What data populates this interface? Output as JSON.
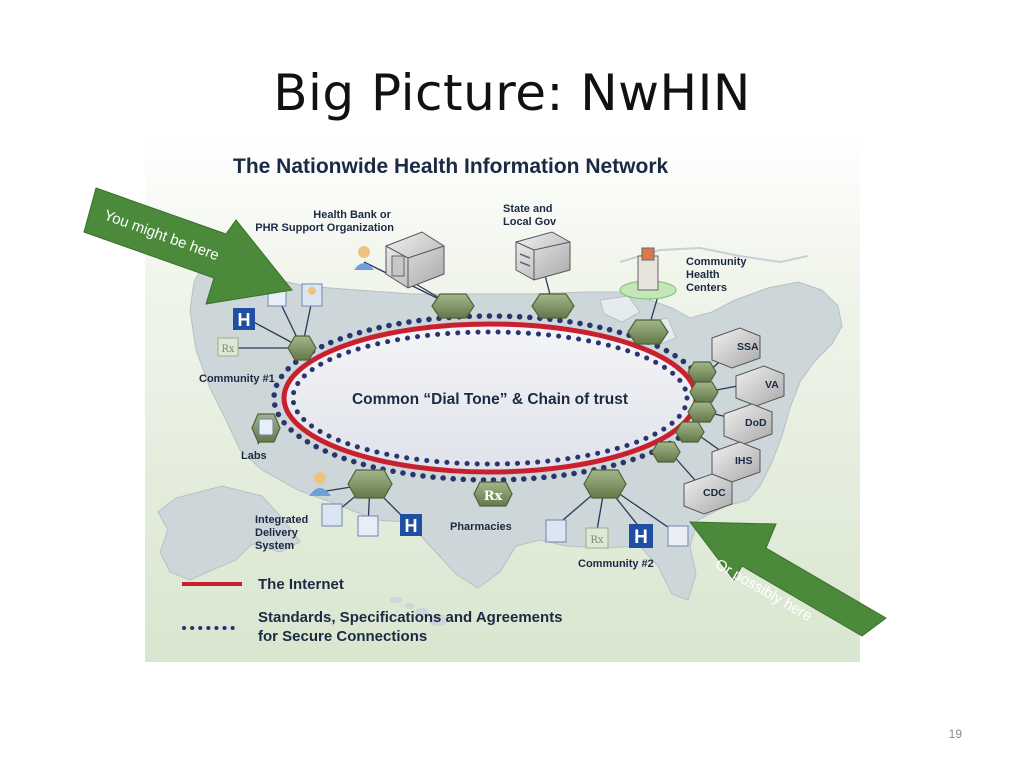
{
  "slide": {
    "title": "Big Picture: NwHIN",
    "page_number": "19"
  },
  "diagram": {
    "title": "The Nationwide Health Information Network",
    "center_label": "Common “Dial Tone” & Chain of trust",
    "arrows": {
      "top_left": "You might be here",
      "bottom_right": "Or possibly here"
    },
    "nodes": {
      "health_bank": [
        "Health Bank or",
        "PHR Support Organization"
      ],
      "state_gov": [
        "State and",
        "Local Gov"
      ],
      "community_health": [
        "Community",
        "Health",
        "Centers"
      ],
      "community1": "Community #1",
      "labs": "Labs",
      "integrated": [
        "Integrated",
        "Delivery",
        "System"
      ],
      "pharmacies": "Pharmacies",
      "community2": "Community #2"
    },
    "agencies": [
      "SSA",
      "VA",
      "DoD",
      "IHS",
      "CDC"
    ],
    "icons": {
      "hospital": "H",
      "rx": "Rx"
    },
    "legend": {
      "internet": "The Internet",
      "standards_line1": "Standards, Specifications and Agreements",
      "standards_line2": "for Secure Connections"
    },
    "colors": {
      "ring": "#c8202f",
      "dots": "#2a3570",
      "hex": "#7d9462",
      "arrow": "#4a8a3a",
      "hospital": "#1f4fa3"
    }
  }
}
